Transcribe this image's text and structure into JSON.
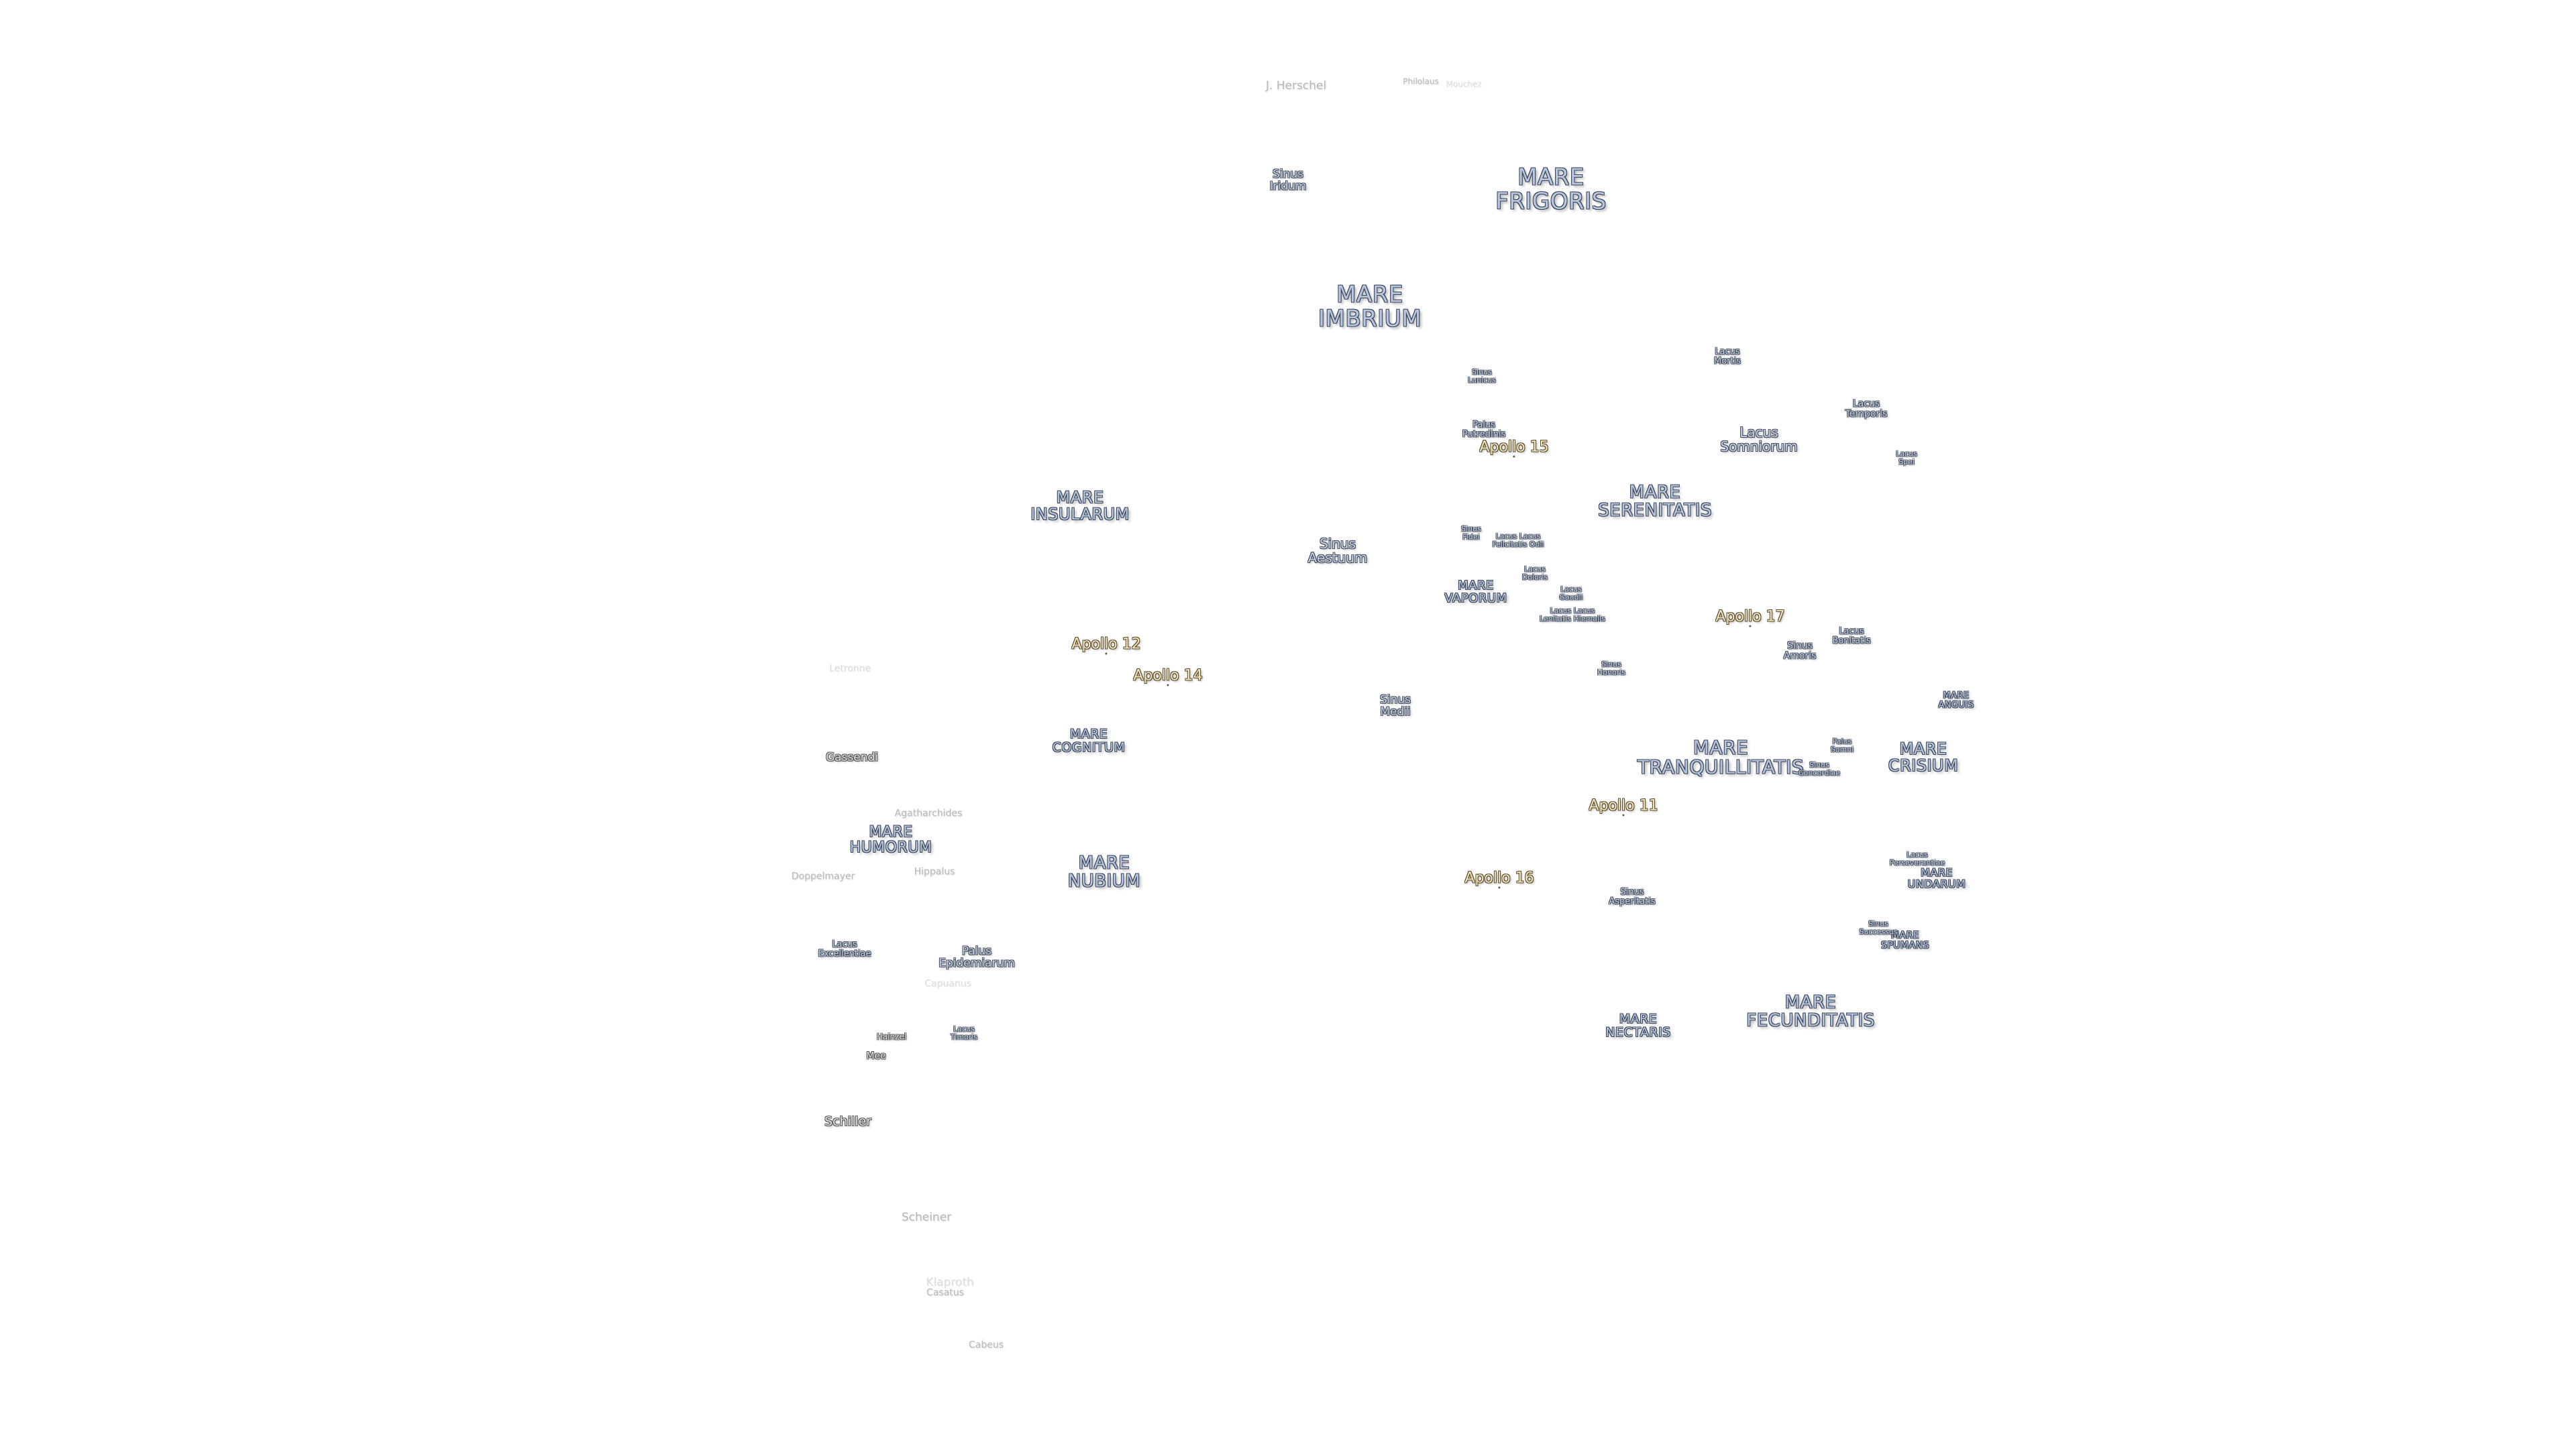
{
  "maria": {
    "frigoris": [
      "MARE",
      "FRIGORIS"
    ],
    "imbrium": [
      "MARE",
      "IMBRIUM"
    ],
    "insularum": [
      "MARE",
      "INSULARUM"
    ],
    "serenitatis": [
      "MARE",
      "SERENITATIS"
    ],
    "vaporum": [
      "MARE",
      "VAPORUM"
    ],
    "cognitum": [
      "MARE",
      "COGNITUM"
    ],
    "tranquillitatis": [
      "MARE",
      "TRANQUILLITATIS"
    ],
    "crisium": [
      "MARE",
      "CRISIUM"
    ],
    "anguis": [
      "MARE",
      "ANGUIS"
    ],
    "humorum": [
      "MARE",
      "HUMORUM"
    ],
    "nubium": [
      "MARE",
      "NUBIUM"
    ],
    "undarum": [
      "MARE",
      "UNDARUM"
    ],
    "spumans": [
      "MARE",
      "SPUMANS"
    ],
    "nectaris": [
      "MARE",
      "NECTARIS"
    ],
    "fecunditatis": [
      "MARE",
      "FECUNDITATIS"
    ]
  },
  "features": {
    "sinus_iridum": [
      "Sinus",
      "Iridum"
    ],
    "lacus_mortis": [
      "Lacus",
      "Mortis"
    ],
    "sinus_lunicus": [
      "Sinus",
      "Lunicus"
    ],
    "lacus_temporis": [
      "Lacus",
      "Temporis"
    ],
    "palus_putredinis": [
      "Palus",
      "Putredinis"
    ],
    "lacus_somniorum": [
      "Lacus",
      "Somniorum"
    ],
    "lacus_spei": [
      "Lacus",
      "Spei"
    ],
    "sinus_aestuum": [
      "Sinus",
      "Aestuum"
    ],
    "sinus_fidei": [
      "Sinus",
      "Fidei"
    ],
    "lacus_felicitatis": [
      "Lacus Lacus",
      "Felicitatis Odii"
    ],
    "lacus_doloris": [
      "Lacus",
      "Doloris"
    ],
    "lacus_gaudii": [
      "Lacus",
      "Gaudii"
    ],
    "lacus_lenitatis": [
      "Lacus Lacus",
      "Lenitatis Hiemalis"
    ],
    "lacus_bonitatis": [
      "Lacus",
      "Bonitatis"
    ],
    "sinus_amoris": [
      "Sinus",
      "Amoris"
    ],
    "sinus_honoris": [
      "Sinus",
      "Honoris"
    ],
    "sinus_medii": [
      "Sinus",
      "Medii"
    ],
    "palus_somni": [
      "Palus",
      "Somni"
    ],
    "sinus_concordiae": [
      "Sinus",
      "Concordiae"
    ],
    "lacus_perseverantiae": [
      "Lacus",
      "Perseverantiae"
    ],
    "sinus_asperitatis": [
      "Sinus",
      "Asperitatis"
    ],
    "sinus_successus": [
      "Sinus",
      "Successus"
    ],
    "lacus_excellentiae": [
      "Lacus",
      "Excellentiae"
    ],
    "palus_epidemiarum": [
      "Palus",
      "Epidemiarum"
    ],
    "lacus_timoris": [
      "Lacus",
      "Timoris"
    ]
  },
  "apollo": {
    "a11": "Apollo 11",
    "a12": "Apollo 12",
    "a14": "Apollo 14",
    "a15": "Apollo 15",
    "a16": "Apollo 16",
    "a17": "Apollo 17"
  },
  "craters": {
    "j_herschel": "J. Herschel",
    "philolaus": "Philolaus",
    "mouchez": "Mouchez",
    "letronne": "Letronne",
    "gassendi": "Gassendi",
    "agatharchides": "Agatharchides",
    "doppelmayer": "Doppelmayer",
    "hippalus": "Hippalus",
    "capuanus": "Capuanus",
    "hainzel": "Hainzel",
    "mee": "Mee",
    "schiller": "Schiller",
    "scheiner": "Scheiner",
    "klaproth": "Klaproth",
    "casatus": "Casatus",
    "cabeus": "Cabeus"
  }
}
